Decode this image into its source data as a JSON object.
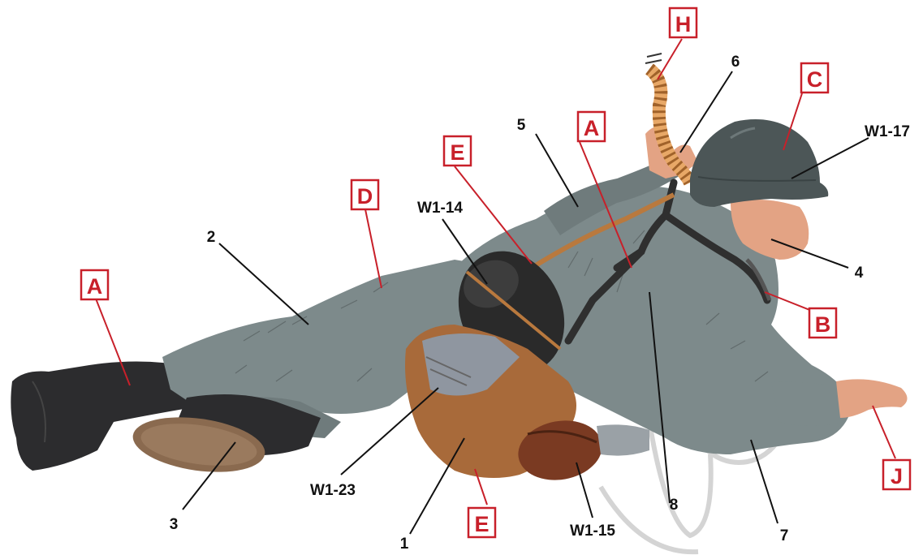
{
  "colors": {
    "uniform": "#7d8a8b",
    "uniform_dark": "#5f6b6c",
    "helmet": "#4c5657",
    "boots": "#2c2c2e",
    "leather": "#a86a3a",
    "skin": "#e3a384",
    "gear_black": "#2a2a2a",
    "label_red": "#c8202a",
    "watermark": "#d7d7d7"
  },
  "letter_labels": {
    "A_left": "A",
    "A_top": "A",
    "B": "B",
    "C": "C",
    "D": "D",
    "E_top": "E",
    "E_bottom": "E",
    "H": "H",
    "J": "J"
  },
  "number_labels": {
    "n1": "1",
    "n2": "2",
    "n3": "3",
    "n4": "4",
    "n5": "5",
    "n6": "6",
    "n7": "7",
    "n8": "8"
  },
  "part_labels": {
    "w1_14": "W1-14",
    "w1_15": "W1-15",
    "w1_17": "W1-17",
    "w1_23": "W1-23"
  }
}
